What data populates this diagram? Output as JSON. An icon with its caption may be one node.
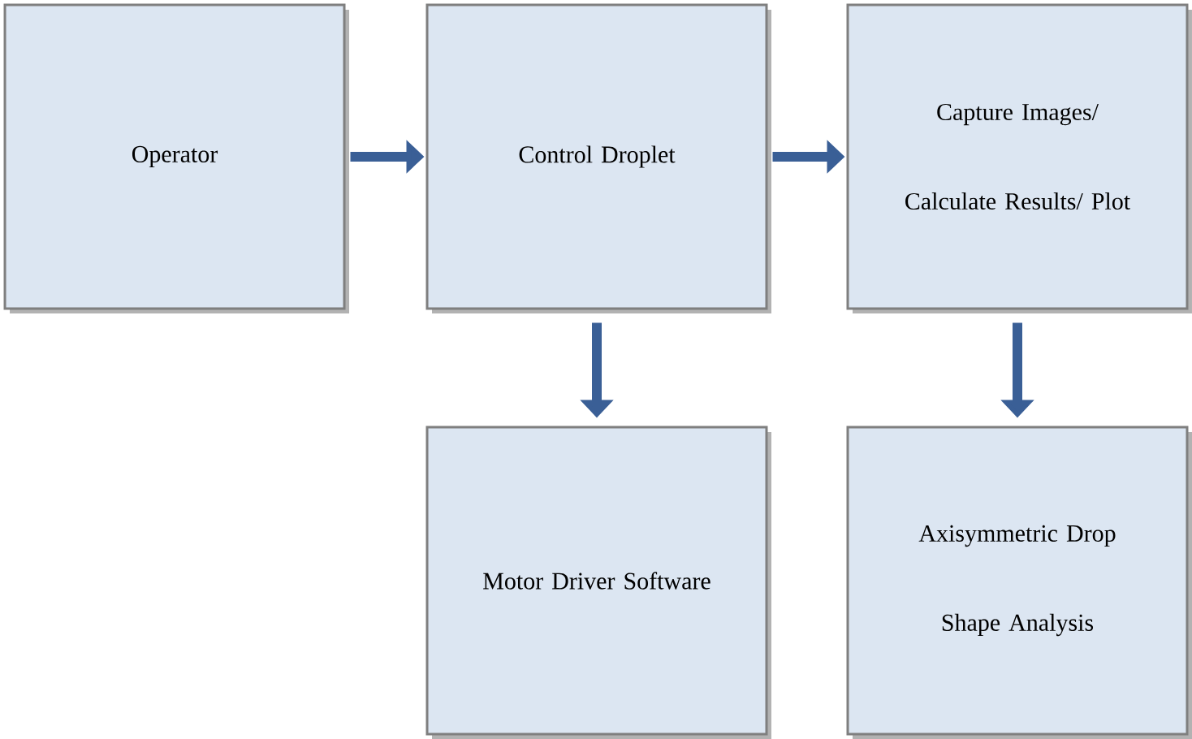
{
  "diagram": {
    "nodes": [
      {
        "text": [
          "Operator"
        ]
      },
      {
        "text": [
          "Control Droplet"
        ]
      },
      {
        "text": [
          "Capture Images/ Calculate Results/ Plot"
        ]
      },
      {
        "text": [
          "Motor Driver Software"
        ]
      },
      {
        "text": [
          "Axisymmetric Drop Shape Analysis"
        ]
      }
    ],
    "edges": [
      {
        "from": 0,
        "to": 1,
        "arrow": "to"
      },
      {
        "from": 1,
        "to": 2,
        "arrow": "to"
      },
      {
        "from": 1,
        "to": 3,
        "arrow": "to"
      },
      {
        "from": 2,
        "to": 4,
        "arrow": "to"
      }
    ]
  }
}
